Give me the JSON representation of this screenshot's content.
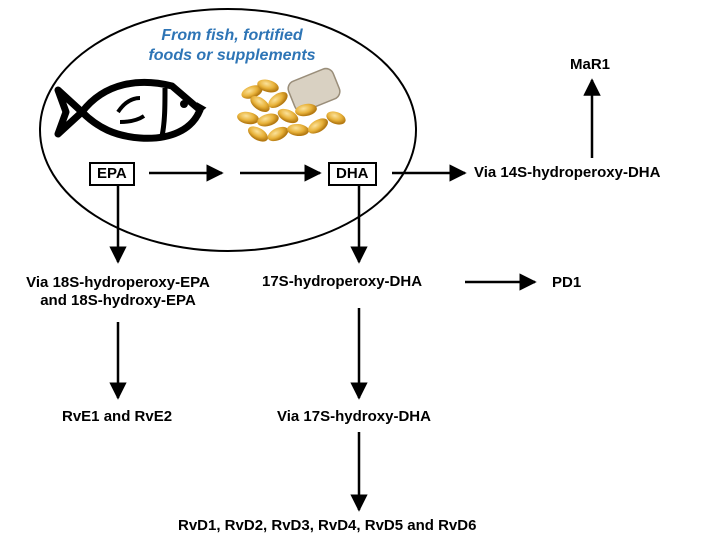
{
  "source": {
    "line1": "From fish, fortified",
    "line2": "foods or supplements"
  },
  "nodes": {
    "epa": "EPA",
    "dha": "DHA",
    "via_14s": "Via 14S-hydroperoxy-DHA",
    "mar1": "MaR1",
    "via_18s_line1": "Via 18S-hydroperoxy-EPA",
    "via_18s_line2": "and 18S-hydroxy-EPA",
    "hydroperoxy_17s": "17S-hydroperoxy-DHA",
    "pd1": "PD1",
    "rve": "RvE1 and RvE2",
    "via_17s_hydroxy": "Via 17S-hydroxy-DHA",
    "rvd": "RvD1, RvD2, RvD3, RvD4, RvD5 and RvD6"
  },
  "colors": {
    "source_text": "#2E75B6",
    "line": "#000000",
    "fish": "#000000",
    "capsule": "#E8B23A"
  },
  "icons": [
    "fish-icon",
    "fish-oil-capsules-icon"
  ]
}
